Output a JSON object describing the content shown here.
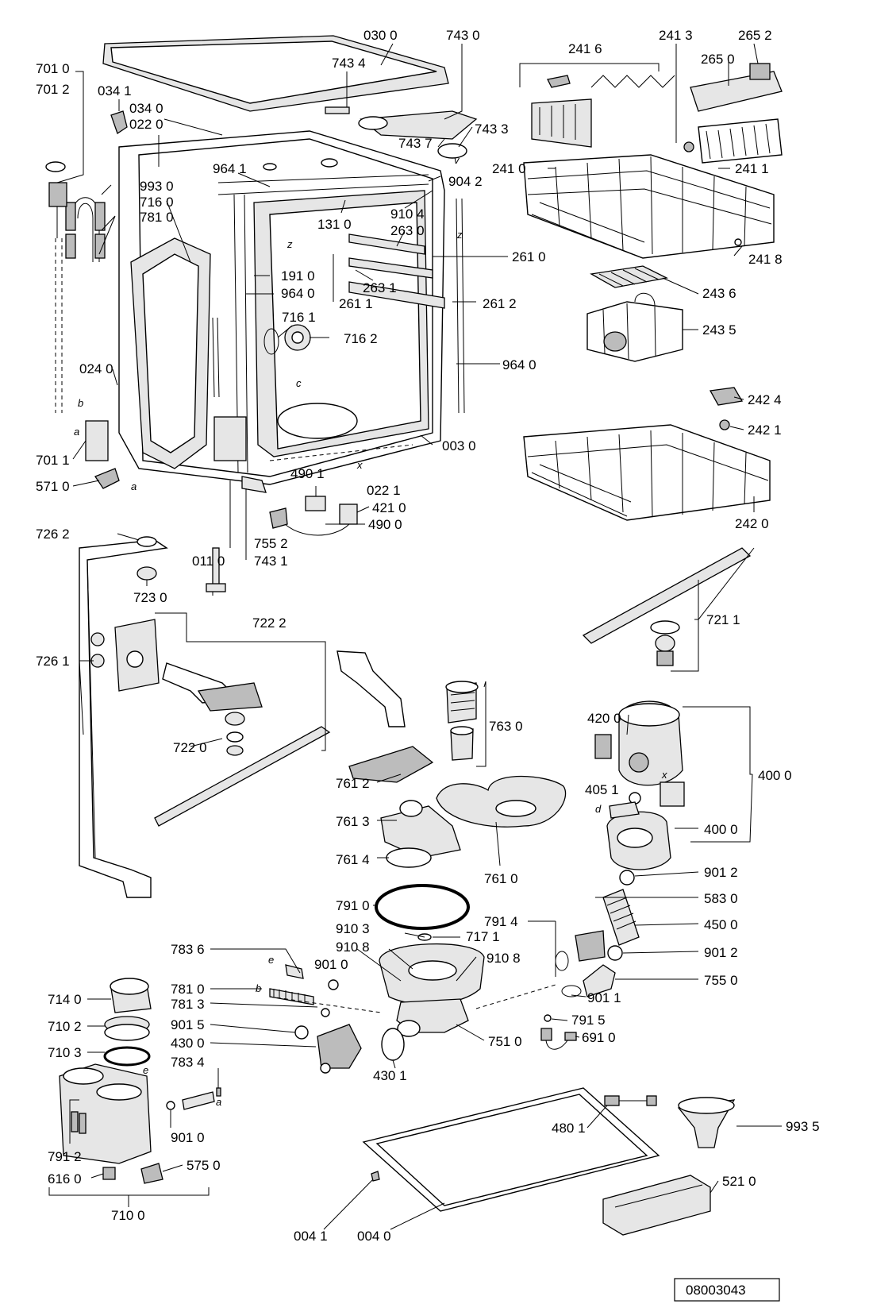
{
  "document_number": "08003043",
  "part_labels": [
    "030 0",
    "743 0",
    "743 4",
    "743 3",
    "743 7",
    "701 0",
    "701 2",
    "034 1",
    "034 0",
    "022 0",
    "993 0",
    "716 0",
    "781 0",
    "964 1",
    "904 2",
    "910 4",
    "131 0",
    "263 0",
    "261 0",
    "191 0",
    "263 1",
    "261 1",
    "261 2",
    "964 0",
    "716 1",
    "716 2",
    "964 0",
    "024 0",
    "003 0",
    "701 1",
    "571 0",
    "490 1",
    "022 1",
    "421 0",
    "490 0",
    "755 2",
    "743 1",
    "011 0",
    "241 6",
    "241 3",
    "265 2",
    "265 0",
    "241 0",
    "241 1",
    "241 8",
    "243 6",
    "243 5",
    "242 4",
    "242 1",
    "242 0",
    "721 1",
    "726 2",
    "723 0",
    "722 2",
    "726 1",
    "722 0",
    "763 0",
    "761 2",
    "761 3",
    "761 4",
    "761 0",
    "420 0",
    "405 1",
    "400 0",
    "400 0",
    "901 2",
    "583 0",
    "450 0",
    "901 2",
    "755 0",
    "901 1",
    "791 0",
    "910 3",
    "717 1",
    "910 8",
    "910 8",
    "901 0",
    "791 4",
    "783 6",
    "781 0",
    "781 3",
    "901 5",
    "430 0",
    "430 1",
    "751 0",
    "791 5",
    "691 0",
    "783 4",
    "714 0",
    "710 2",
    "710 3",
    "901 0",
    "791 2",
    "616 0",
    "575 0",
    "710 0",
    "480 1",
    "993 5",
    "521 0",
    "004 1",
    "004 0"
  ],
  "connector_letters": [
    "z",
    "z",
    "x",
    "v",
    "b",
    "a",
    "a",
    "c",
    "d",
    "x",
    "e",
    "b",
    "e",
    "a"
  ]
}
